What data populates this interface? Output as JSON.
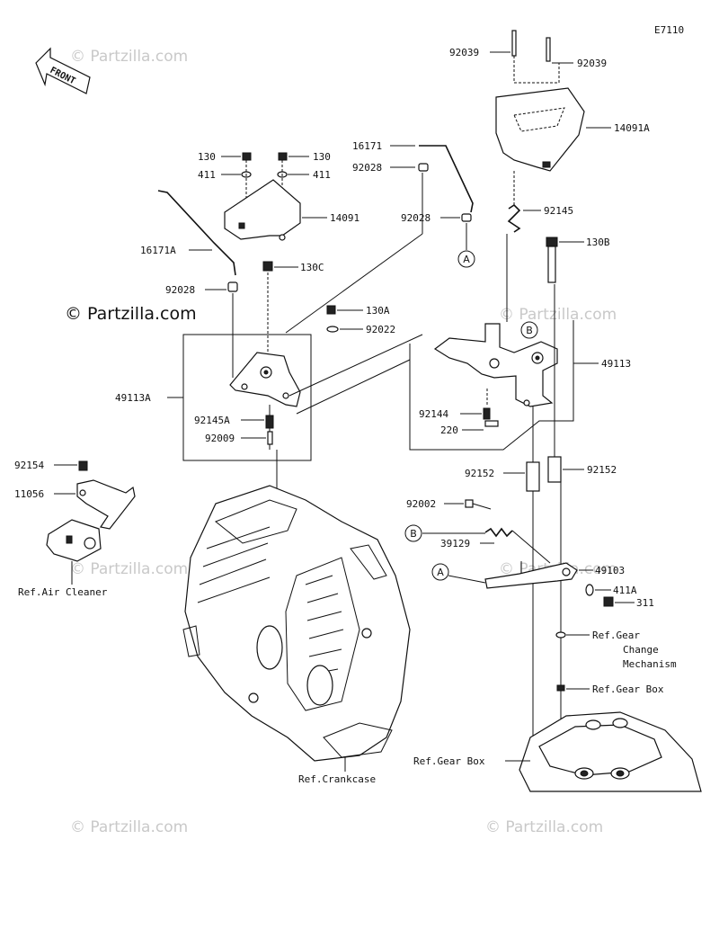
{
  "diagram_code": "E7110",
  "front_label": "FRONT",
  "watermark": "© Partzilla.com",
  "main_watermark": "© Partzilla.com",
  "callouts": {
    "a": "A",
    "b": "B"
  },
  "labels": {
    "p92039_left": "92039",
    "p92039_right": "92039",
    "p14091A": "14091A",
    "p16171": "16171",
    "p92028_top": "92028",
    "p92028_mid": "92028",
    "p130_l": "130",
    "p130_r": "130",
    "p411_l": "411",
    "p411_r": "411",
    "p14091": "14091",
    "p92145": "92145",
    "p130B": "130B",
    "p16171A": "16171A",
    "p130C": "130C",
    "p92028_left": "92028",
    "p130A": "130A",
    "p92022": "92022",
    "p49113": "49113",
    "p49113A": "49113A",
    "p92145A": "92145A",
    "p92009": "92009",
    "p92144": "92144",
    "p220": "220",
    "p92154": "92154",
    "p11056": "11056",
    "p92152_l": "92152",
    "p92152_r": "92152",
    "p92002": "92002",
    "p39129": "39129",
    "p49103": "49103",
    "p411A": "411A",
    "p311": "311",
    "ref_air_cleaner": "Ref.Air Cleaner",
    "ref_gear_change_1": "Ref.Gear",
    "ref_gear_change_2": "Change",
    "ref_gear_change_3": "Mechanism",
    "ref_gear_box_r": "Ref.Gear Box",
    "ref_gear_box_b": "Ref.Gear Box",
    "ref_crankcase": "Ref.Crankcase"
  }
}
